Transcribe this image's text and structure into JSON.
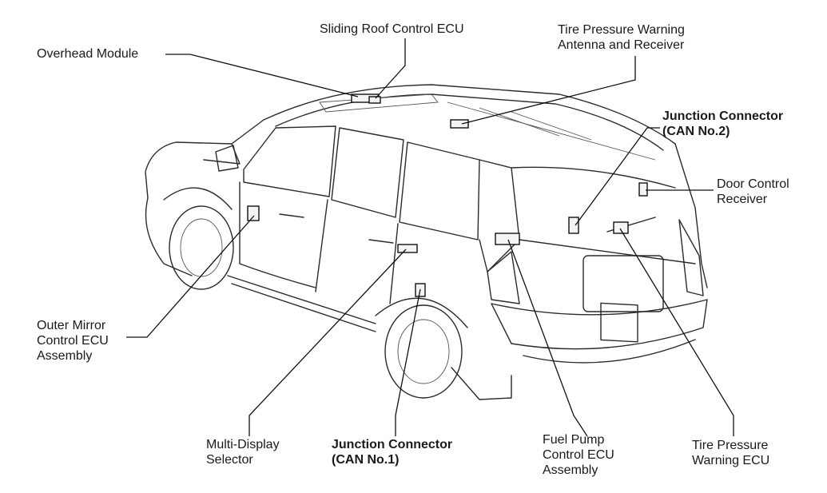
{
  "labels": {
    "overhead_module": "Overhead Module",
    "sliding_roof_ecu": "Sliding Roof Control ECU",
    "tpw_antenna": "Tire Pressure Warning\nAntenna and Receiver",
    "junction_can2": "Junction Connector\n(CAN No.2)",
    "door_control_receiver": "Door Control\nReceiver",
    "outer_mirror_ecu": "Outer Mirror\nControl ECU\nAssembly",
    "multi_display_selector": "Multi-Display\nSelector",
    "junction_can1": "Junction Connector\n(CAN No.1)",
    "fuel_pump_ecu": "Fuel Pump\nControl ECU\nAssembly",
    "tpw_ecu": "Tire Pressure\nWarning ECU"
  }
}
